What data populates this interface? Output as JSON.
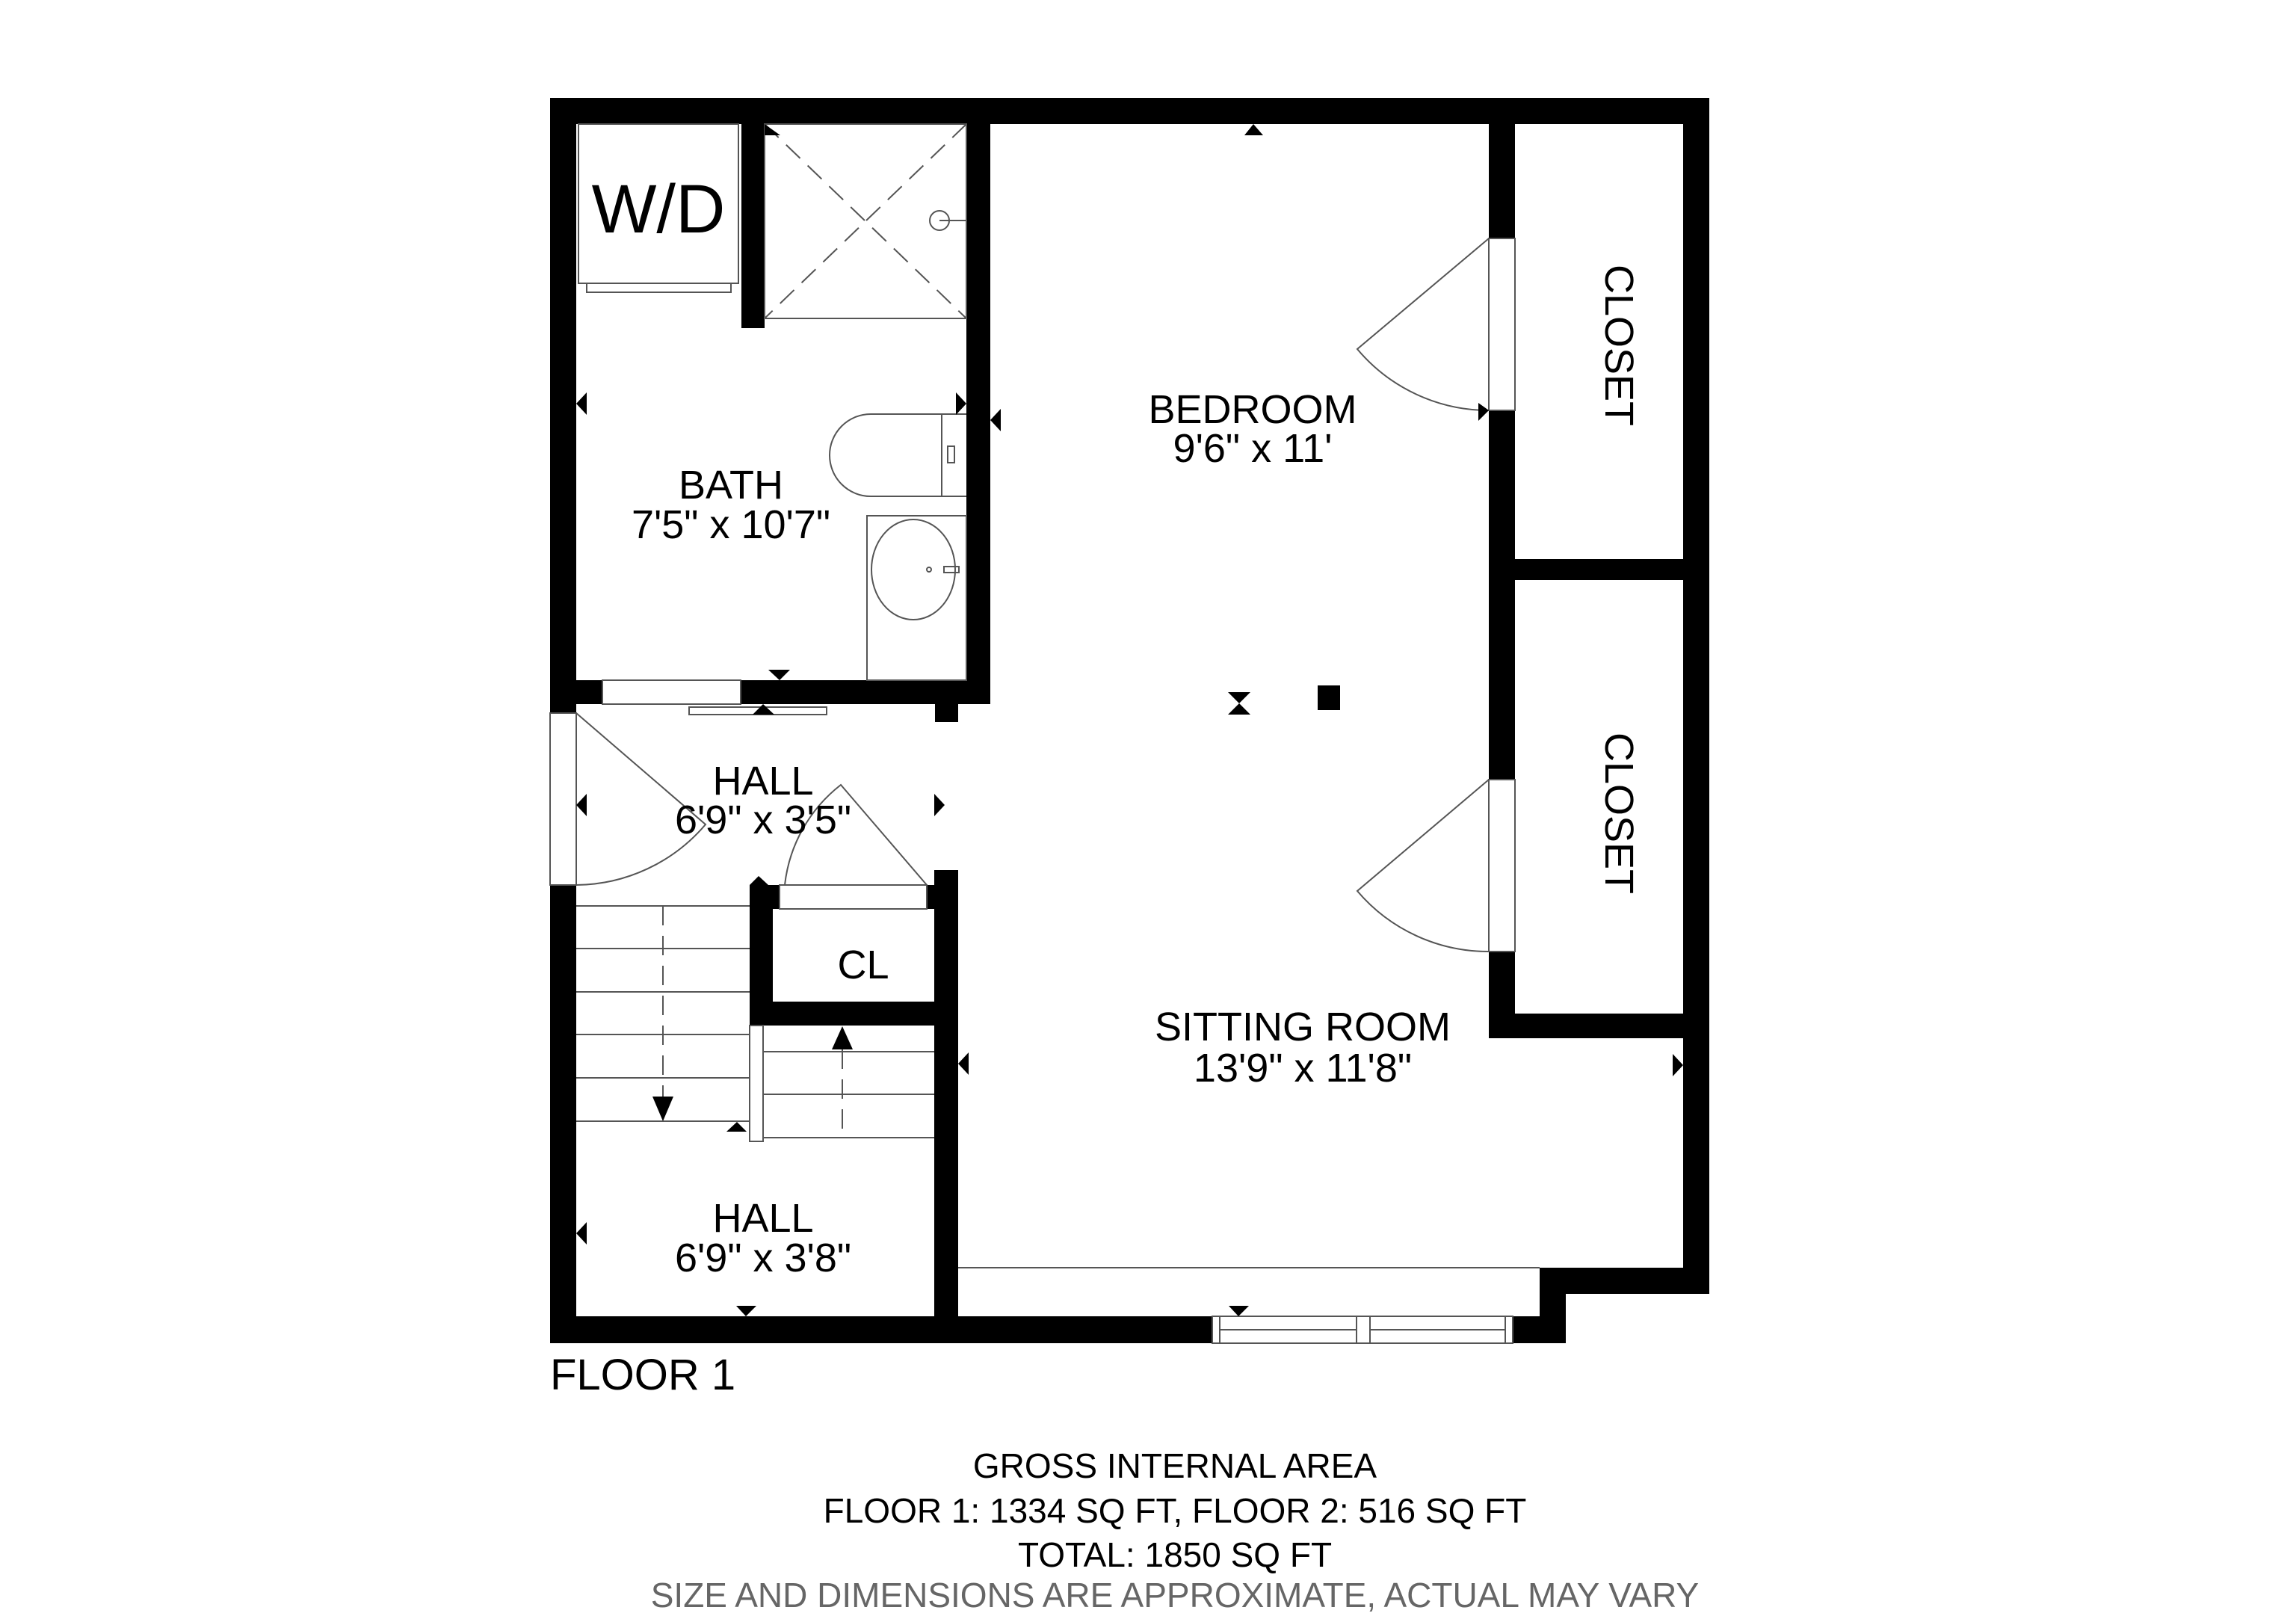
{
  "floor_label": "FLOOR 1",
  "rooms": {
    "bath": {
      "name": "BATH",
      "dims": "7'5\" x 10'7\""
    },
    "bedroom": {
      "name": "BEDROOM",
      "dims": "9'6\" x 11'"
    },
    "closet_upper": {
      "name": "CLOSET"
    },
    "closet_lower": {
      "name": "CLOSET"
    },
    "hall_upper": {
      "name": "HALL",
      "dims": "6'9\" x 3'5\""
    },
    "cl": {
      "name": "CL"
    },
    "sitting_room": {
      "name": "SITTING ROOM",
      "dims": "13'9\" x 11'8\""
    },
    "hall_lower": {
      "name": "HALL",
      "dims": "6'9\" x 3'8\""
    }
  },
  "fixtures": {
    "washer_dryer": "W/D"
  },
  "footer": {
    "title": "GROSS INTERNAL AREA",
    "floors": "FLOOR 1: 1334 SQ FT, FLOOR 2: 516 SQ FT",
    "total": "TOTAL: 1850 SQ FT",
    "disclaimer": "SIZE AND DIMENSIONS ARE APPROXIMATE, ACTUAL MAY VARY"
  },
  "colors": {
    "wall": "#000000",
    "line": "#555555",
    "disclaimer": "#666666"
  }
}
